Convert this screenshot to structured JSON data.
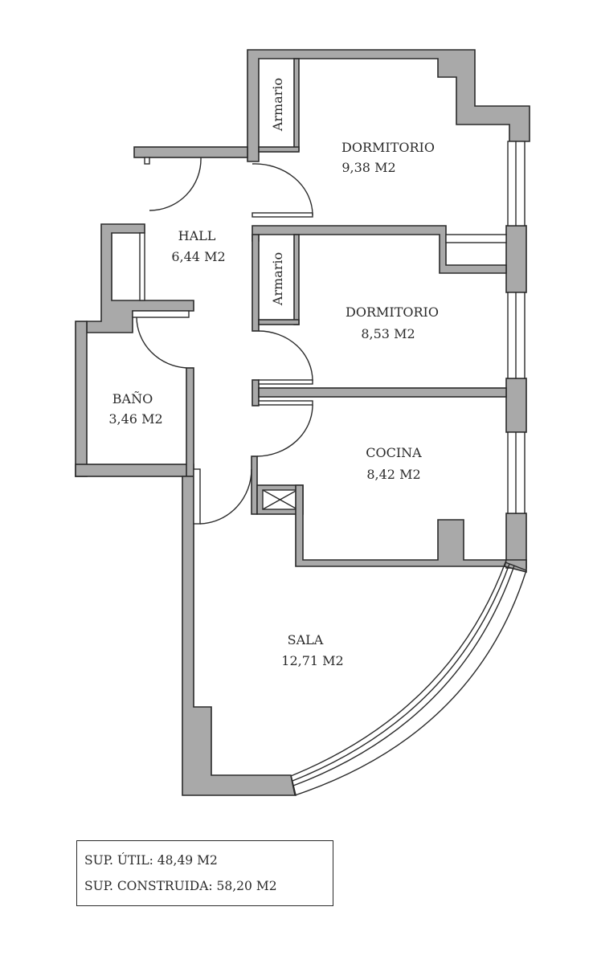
{
  "rooms": {
    "dormitorio_1": {
      "name": "DORMITORIO",
      "area": "9,38 M2"
    },
    "armario_1": {
      "name": "Armario"
    },
    "hall": {
      "name": "HALL",
      "area": "6,44 M2"
    },
    "armario_2": {
      "name": "Armario"
    },
    "dormitorio_2": {
      "name": "DORMITORIO",
      "area": "8,53 M2"
    },
    "bano": {
      "name": "BAÑO",
      "area": "3,46 M2"
    },
    "cocina": {
      "name": "COCINA",
      "area": "8,42 M2"
    },
    "sala": {
      "name": "SALA",
      "area": "12,71 M2"
    }
  },
  "summary": {
    "util": "SUP. ÚTIL: 48,49 M2",
    "construida": "SUP. CONSTRUIDA: 58,20 M2"
  },
  "colors": {
    "wall": "#a9a9a9",
    "line": "#2a2a2a"
  }
}
